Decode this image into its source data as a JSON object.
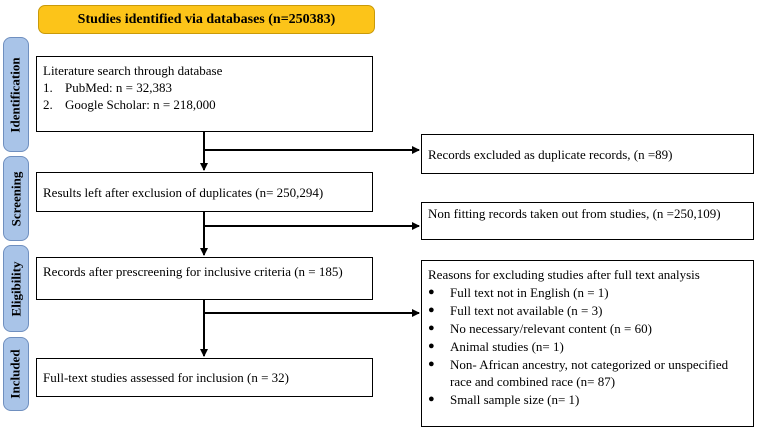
{
  "header": "Studies identified via databases (n=250383)",
  "phases": [
    "Identification",
    "Screening",
    "Eligibility",
    "Included"
  ],
  "identification_box": {
    "title": "Literature search through database",
    "items": [
      {
        "num": "1.",
        "text": "PubMed: n = 32,383"
      },
      {
        "num": "2.",
        "text": "Google Scholar: n = 218,000"
      }
    ]
  },
  "screening_box": "Results left after exclusion of duplicates (n= 250,294)",
  "eligibility_box": "Records after prescreening for inclusive criteria (n = 185)",
  "included_box": "Full-text studies assessed for inclusion (n = 32)",
  "excluded_duplicates": "Records excluded as duplicate records, (n =89)",
  "excluded_nonfitting": "Non fitting records taken out from studies, (n =250,109)",
  "excluded_fulltext": {
    "title": "Reasons for excluding studies after full text analysis",
    "items": [
      "Full text not in English (n = 1)",
      "Full text not available (n = 3)",
      "No necessary/relevant content (n = 60)",
      "Animal studies (n= 1)",
      "Non- African ancestry, not categorized or unspecified race and combined race (n= 87)",
      "Small sample size (n= 1)"
    ]
  },
  "colors": {
    "header": "#fcc419",
    "phase": "#a9c4e8"
  }
}
